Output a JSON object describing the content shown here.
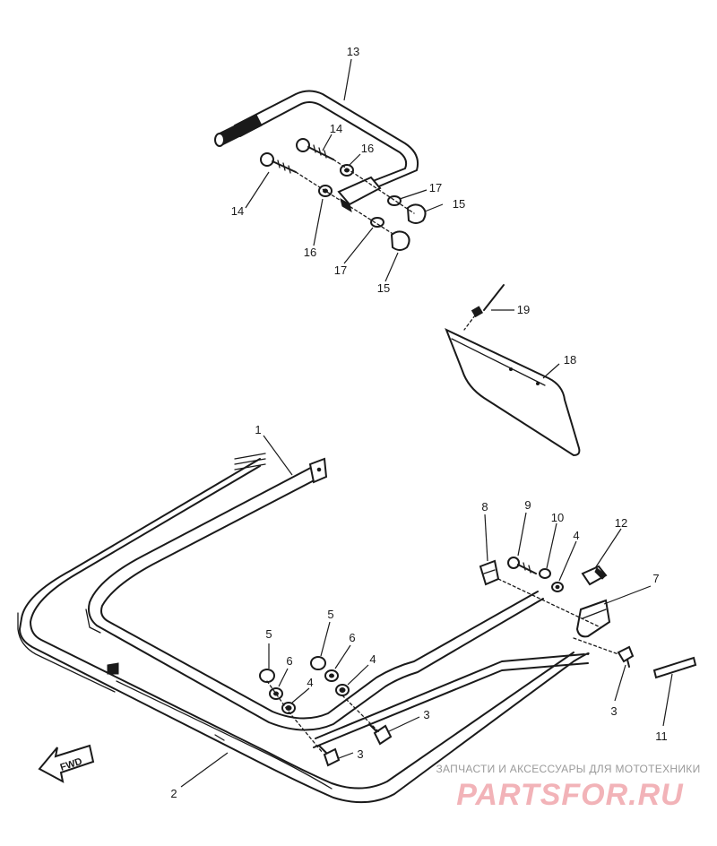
{
  "callouts": [
    {
      "id": "c13",
      "text": "13"
    },
    {
      "id": "c14a",
      "text": "14"
    },
    {
      "id": "c14b",
      "text": "14"
    },
    {
      "id": "c16a",
      "text": "16"
    },
    {
      "id": "c16b",
      "text": "16"
    },
    {
      "id": "c17a",
      "text": "17"
    },
    {
      "id": "c17b",
      "text": "17"
    },
    {
      "id": "c15a",
      "text": "15"
    },
    {
      "id": "c15b",
      "text": "15"
    },
    {
      "id": "c19",
      "text": "19"
    },
    {
      "id": "c18",
      "text": "18"
    },
    {
      "id": "c1",
      "text": "1"
    },
    {
      "id": "c2",
      "text": "2"
    },
    {
      "id": "c8",
      "text": "8"
    },
    {
      "id": "c9",
      "text": "9"
    },
    {
      "id": "c10",
      "text": "10"
    },
    {
      "id": "c4a",
      "text": "4"
    },
    {
      "id": "c12",
      "text": "12"
    },
    {
      "id": "c7",
      "text": "7"
    },
    {
      "id": "c3a",
      "text": "3"
    },
    {
      "id": "c11",
      "text": "11"
    },
    {
      "id": "c5a",
      "text": "5"
    },
    {
      "id": "c6a",
      "text": "6"
    },
    {
      "id": "c4b",
      "text": "4"
    },
    {
      "id": "c5b",
      "text": "5"
    },
    {
      "id": "c6b",
      "text": "6"
    },
    {
      "id": "c4c",
      "text": "4"
    },
    {
      "id": "c3b",
      "text": "3"
    },
    {
      "id": "c3c",
      "text": "3"
    }
  ],
  "fwd_label": "FWD",
  "watermark": {
    "tagline": "ЗАПЧАСТИ И АКСЕССУАРЫ ДЛЯ МОТОТЕХНИКИ",
    "brand": "PARTSFOR.RU"
  },
  "colors": {
    "line": "#1a1a1a",
    "watermark_brand": "#f2b3b8",
    "watermark_tagline": "#9a9a9a",
    "background": "#ffffff"
  }
}
